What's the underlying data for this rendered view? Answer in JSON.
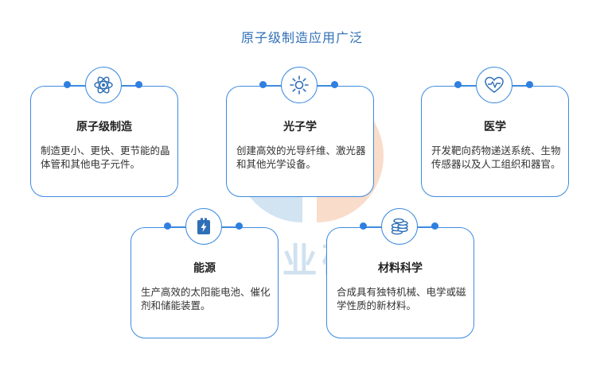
{
  "title": "原子级制造应用广泛",
  "watermark": "中商产业研究院",
  "cards": [
    {
      "heading": "原子级制造",
      "desc": "制造更小、更快、更节能的晶体管和其他电子元件。",
      "icon": "atom-icon"
    },
    {
      "heading": "光子学",
      "desc": "创建高效的光导纤维、激光器和其他光学设备。",
      "icon": "sun-icon"
    },
    {
      "heading": "医学",
      "desc": "开发靶向药物递送系统、生物传感器以及人工组织和器官。",
      "icon": "heart-pulse-icon"
    },
    {
      "heading": "能源",
      "desc": "生产高效的太阳能电池、催化剂和储能装置。",
      "icon": "battery-icon"
    },
    {
      "heading": "材料科学",
      "desc": "合成具有独特机械、电学或磁学性质的新材料。",
      "icon": "coin-stack-icon"
    }
  ],
  "colors": {
    "accent": "#3d8be0",
    "title": "#2f6fb6",
    "watermark_blue": "#b9d3ea",
    "watermark_orange": "#f6c9ad"
  }
}
